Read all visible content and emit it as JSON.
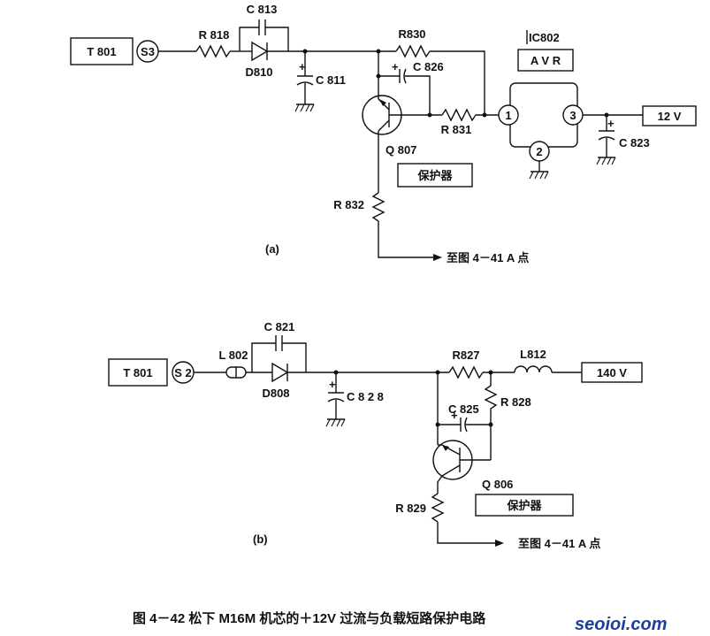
{
  "caption": "图 4－42   松下 M16M 机芯的＋12V 过流与负载短路保护电路",
  "watermark": "seoioi.com",
  "circuit_a": {
    "panel_label": "(a)",
    "source_box": "T 801",
    "source_pin": "S3",
    "r818": "R 818",
    "c813": "C 813",
    "d810": "D810",
    "c811": "C 811",
    "r830": "R830",
    "c826": "C 826",
    "r831": "R 831",
    "q807": "Q 807",
    "protector": "保护器",
    "r832": "R 832",
    "ic802": "IC802",
    "avr": "A V R",
    "pin1": "1",
    "pin2": "2",
    "pin3": "3",
    "c823": "C 823",
    "output_box": "12 V",
    "arrow_note": "至图 4－41 A 点"
  },
  "circuit_b": {
    "panel_label": "(b)",
    "source_box": "T 801",
    "source_pin": "S 2",
    "l802": "L 802",
    "c821": "C 821",
    "d808": "D808",
    "c828": "C 8 2 8",
    "r827": "R827",
    "l812": "L812",
    "output_box": "140 V",
    "r828": "R 828",
    "c825": "C 825",
    "q806": "Q 806",
    "protector": "保护器",
    "r829": "R 829",
    "arrow_note": "至图 4－41 A 点"
  }
}
